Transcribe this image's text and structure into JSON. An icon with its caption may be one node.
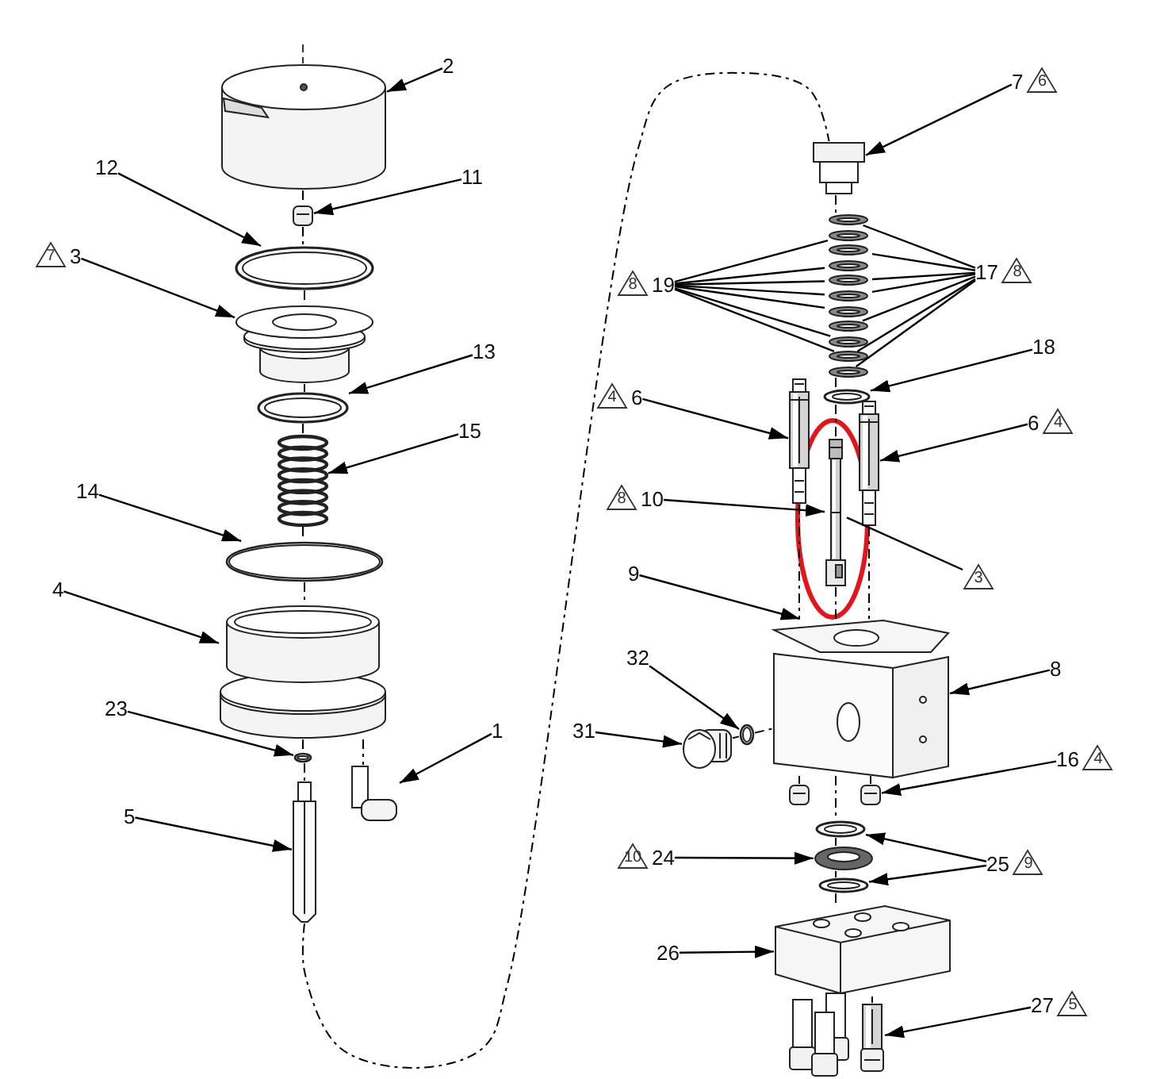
{
  "diagram": {
    "nodes": [
      {
        "text": [
          "2"
        ]
      },
      {
        "text": [],
        "shape": "picture"
      },
      {
        "text": [
          "11"
        ]
      },
      {
        "text": [],
        "shape": "picture"
      },
      {
        "text": [
          "12"
        ]
      },
      {
        "text": [],
        "shape": "picture"
      },
      {
        "text": [
          "3"
        ]
      },
      {
        "text": [],
        "shape": "picture"
      },
      {
        "text": [
          "13"
        ]
      },
      {
        "text": [],
        "shape": "picture"
      },
      {
        "text": [
          "15"
        ]
      },
      {
        "text": [],
        "shape": "picture"
      },
      {
        "text": [
          "14"
        ]
      },
      {
        "text": [],
        "shape": "picture"
      },
      {
        "text": [
          "4"
        ]
      },
      {
        "text": [],
        "shape": "picture"
      },
      {
        "text": [
          "23"
        ]
      },
      {
        "text": [],
        "shape": "picture"
      },
      {
        "text": [
          "1"
        ]
      },
      {
        "text": [],
        "shape": "picture"
      },
      {
        "text": [
          "5"
        ]
      },
      {
        "text": [],
        "shape": "picture"
      },
      {
        "text": [
          "7"
        ]
      },
      {
        "text": [],
        "shape": "picture"
      },
      {
        "text": [
          "19"
        ]
      },
      {
        "text": [
          "17"
        ]
      },
      {
        "text": [],
        "shape": "picture"
      },
      {
        "text": [],
        "shape": "picture"
      },
      {
        "text": [],
        "shape": "picture"
      },
      {
        "text": [],
        "shape": "picture"
      },
      {
        "text": [],
        "shape": "picture"
      },
      {
        "text": [],
        "shape": "picture"
      },
      {
        "text": [],
        "shape": "picture"
      },
      {
        "text": [],
        "shape": "picture"
      },
      {
        "text": [],
        "shape": "picture"
      },
      {
        "text": [],
        "shape": "picture"
      },
      {
        "text": [],
        "shape": "picture"
      },
      {
        "text": [
          "18"
        ]
      },
      {
        "text": [],
        "shape": "picture"
      },
      {
        "text": [
          "6"
        ]
      },
      {
        "text": [],
        "shape": "picture"
      },
      {
        "text": [
          "6"
        ]
      },
      {
        "text": [],
        "shape": "picture"
      },
      {
        "text": [
          "10"
        ]
      },
      {
        "text": [],
        "shape": "picture"
      },
      {
        "text": [
          "3"
        ]
      },
      {
        "text": [
          "9"
        ]
      },
      {
        "text": [],
        "shape": "picture"
      },
      {
        "text": [
          "32"
        ]
      },
      {
        "text": [],
        "shape": "picture"
      },
      {
        "text": [
          "31"
        ]
      },
      {
        "text": [],
        "shape": "picture"
      },
      {
        "text": [
          "8"
        ]
      },
      {
        "text": [],
        "shape": "picture"
      },
      {
        "text": [
          "16"
        ]
      },
      {
        "text": [],
        "shape": "picture"
      },
      {
        "text": [
          "24"
        ]
      },
      {
        "text": [],
        "shape": "picture"
      },
      {
        "text": [
          "25"
        ]
      },
      {
        "text": [],
        "shape": "picture"
      },
      {
        "text": [],
        "shape": "picture"
      },
      {
        "text": [
          "26"
        ]
      },
      {
        "text": [],
        "shape": "picture"
      },
      {
        "text": [
          "27"
        ]
      },
      {
        "text": [],
        "shape": "picture"
      },
      {
        "text": [],
        "shape": "picture"
      },
      {
        "text": [
          "7"
        ]
      },
      {
        "text": [
          "6"
        ]
      },
      {
        "text": [
          "8"
        ]
      },
      {
        "text": [
          "8"
        ]
      },
      {
        "text": [
          "4"
        ]
      },
      {
        "text": [
          "4"
        ]
      },
      {
        "text": [
          "8"
        ]
      },
      {
        "text": [
          "4"
        ]
      },
      {
        "text": [
          "10"
        ]
      },
      {
        "text": [
          "9"
        ]
      },
      {
        "text": [
          "5"
        ]
      }
    ],
    "edges": [
      {
        "from": 0,
        "to": 1,
        "arrow": "to"
      },
      {
        "from": 2,
        "to": 3,
        "arrow": "to"
      },
      {
        "from": 4,
        "to": 5,
        "arrow": "to"
      },
      {
        "from": 6,
        "to": 7,
        "arrow": "to"
      },
      {
        "from": 8,
        "to": 9,
        "arrow": "to"
      },
      {
        "from": 10,
        "to": 11,
        "arrow": "to"
      },
      {
        "from": 12,
        "to": 13,
        "arrow": "to"
      },
      {
        "from": 14,
        "to": 15,
        "arrow": "to"
      },
      {
        "from": 16,
        "to": 17,
        "arrow": "to"
      },
      {
        "from": 18,
        "to": 19,
        "arrow": "to"
      },
      {
        "from": 20,
        "to": 21,
        "arrow": "to"
      },
      {
        "from": 22,
        "to": 23,
        "arrow": "to"
      },
      {
        "from": 24,
        "to": 27,
        "arrow": "none"
      },
      {
        "from": 24,
        "to": 29,
        "arrow": "none"
      },
      {
        "from": 24,
        "to": 30,
        "arrow": "none"
      },
      {
        "from": 24,
        "to": 31,
        "arrow": "none"
      },
      {
        "from": 24,
        "to": 32,
        "arrow": "none"
      },
      {
        "from": 24,
        "to": 34,
        "arrow": "none"
      },
      {
        "from": 24,
        "to": 35,
        "arrow": "none"
      },
      {
        "from": 25,
        "to": 26,
        "arrow": "none"
      },
      {
        "from": 25,
        "to": 28,
        "arrow": "none"
      },
      {
        "from": 25,
        "to": 30,
        "arrow": "none"
      },
      {
        "from": 25,
        "to": 31,
        "arrow": "none"
      },
      {
        "from": 25,
        "to": 33,
        "arrow": "none"
      },
      {
        "from": 25,
        "to": 35,
        "arrow": "none"
      },
      {
        "from": 25,
        "to": 36,
        "arrow": "none"
      },
      {
        "from": 37,
        "to": 38,
        "arrow": "to"
      },
      {
        "from": 39,
        "to": 40,
        "arrow": "to"
      },
      {
        "from": 41,
        "to": 42,
        "arrow": "to"
      },
      {
        "from": 43,
        "to": 44,
        "arrow": "to"
      },
      {
        "from": 45,
        "to": 44,
        "arrow": "none"
      },
      {
        "from": 46,
        "to": 47,
        "arrow": "to"
      },
      {
        "from": 48,
        "to": 49,
        "arrow": "to"
      },
      {
        "from": 50,
        "to": 51,
        "arrow": "to"
      },
      {
        "from": 52,
        "to": 53,
        "arrow": "to"
      },
      {
        "from": 54,
        "to": 55,
        "arrow": "to"
      },
      {
        "from": 56,
        "to": 57,
        "arrow": "to"
      },
      {
        "from": 58,
        "to": 59,
        "arrow": "to"
      },
      {
        "from": 58,
        "to": 60,
        "arrow": "to"
      },
      {
        "from": 61,
        "to": 62,
        "arrow": "to"
      },
      {
        "from": 63,
        "to": 64,
        "arrow": "to"
      },
      {
        "from": 1,
        "to": 3,
        "arrow": "none",
        "style": "dashed"
      },
      {
        "from": 3,
        "to": 5,
        "arrow": "none",
        "style": "dashed"
      },
      {
        "from": 5,
        "to": 7,
        "arrow": "none",
        "style": "dashed"
      },
      {
        "from": 7,
        "to": 9,
        "arrow": "none",
        "style": "dashed"
      },
      {
        "from": 9,
        "to": 11,
        "arrow": "none",
        "style": "dashed"
      },
      {
        "from": 11,
        "to": 13,
        "arrow": "none",
        "style": "dashed"
      },
      {
        "from": 13,
        "to": 15,
        "arrow": "none",
        "style": "dashed"
      },
      {
        "from": 15,
        "to": 17,
        "arrow": "none",
        "style": "dashed"
      },
      {
        "from": 17,
        "to": 21,
        "arrow": "none",
        "style": "dashed"
      },
      {
        "from": 15,
        "to": 19,
        "arrow": "none",
        "style": "dashed"
      },
      {
        "from": 21,
        "to": 23,
        "arrow": "none",
        "style": "dashed"
      },
      {
        "from": 23,
        "to": 26,
        "arrow": "none",
        "style": "dashed"
      },
      {
        "from": 36,
        "to": 38,
        "arrow": "none",
        "style": "dashed"
      },
      {
        "from": 38,
        "to": 44,
        "arrow": "none",
        "style": "dashed"
      },
      {
        "from": 44,
        "to": 47,
        "arrow": "none",
        "style": "dashed"
      },
      {
        "from": 40,
        "to": 47,
        "arrow": "none",
        "style": "dashed"
      },
      {
        "from": 42,
        "to": 47,
        "arrow": "none",
        "style": "dashed"
      },
      {
        "from": 51,
        "to": 49,
        "arrow": "none",
        "style": "dashed"
      },
      {
        "from": 49,
        "to": 53,
        "arrow": "none",
        "style": "dashed"
      },
      {
        "from": 53,
        "to": 65,
        "arrow": "none",
        "style": "dashed"
      },
      {
        "from": 53,
        "to": 55,
        "arrow": "none",
        "style": "dashed"
      },
      {
        "from": 53,
        "to": 59,
        "arrow": "none",
        "style": "dashed"
      },
      {
        "from": 59,
        "to": 57,
        "arrow": "none",
        "style": "dashed"
      },
      {
        "from": 57,
        "to": 60,
        "arrow": "none",
        "style": "dashed"
      },
      {
        "from": 60,
        "to": 62,
        "arrow": "none",
        "style": "dashed"
      },
      {
        "from": 62,
        "to": 64,
        "arrow": "none",
        "style": "dashed"
      }
    ]
  }
}
